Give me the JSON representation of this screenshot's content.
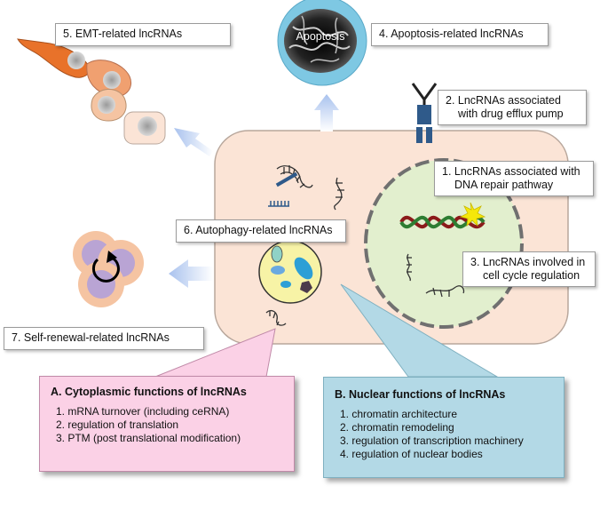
{
  "labels": {
    "emt": "5. EMT-related lncRNAs",
    "apoptosis": "4. Apoptosis-related lncRNAs",
    "apoptosis_inner": "Apoptosis",
    "drug_efflux_line1": "2. LncRNAs associated",
    "drug_efflux_line2": "with drug efflux pump",
    "dna_repair_line1": "1. LncRNAs associated with",
    "dna_repair_line2": "DNA repair pathway",
    "autophagy": "6. Autophagy-related lncRNAs",
    "cell_cycle_line1": "3. LncRNAs involved in",
    "cell_cycle_line2": "cell cycle regulation",
    "self_renewal": "7. Self-renewal-related lncRNAs"
  },
  "cytoplasmic": {
    "title": "A. Cytoplasmic functions of lncRNAs",
    "items": [
      "1.  mRNA turnover (including ceRNA)",
      "2.  regulation of translation",
      "3.  PTM (post translational modification)"
    ]
  },
  "nuclear": {
    "title": "B. Nuclear functions of lncRNAs",
    "items": [
      "1.  chromatin architecture",
      "2.  chromatin remodeling",
      "3.  regulation of transcription machinery",
      "4.  regulation of nuclear bodies"
    ]
  },
  "colors": {
    "cell_fill": "#fbe4d6",
    "nucleus_fill": "#e2efce",
    "callout_a": "#fbd1e6",
    "callout_b": "#b3d9e6",
    "arrow": "#bcd0ef",
    "emt_cell": "#e8722a",
    "apoptosis_ring": "#7ec8e3"
  }
}
